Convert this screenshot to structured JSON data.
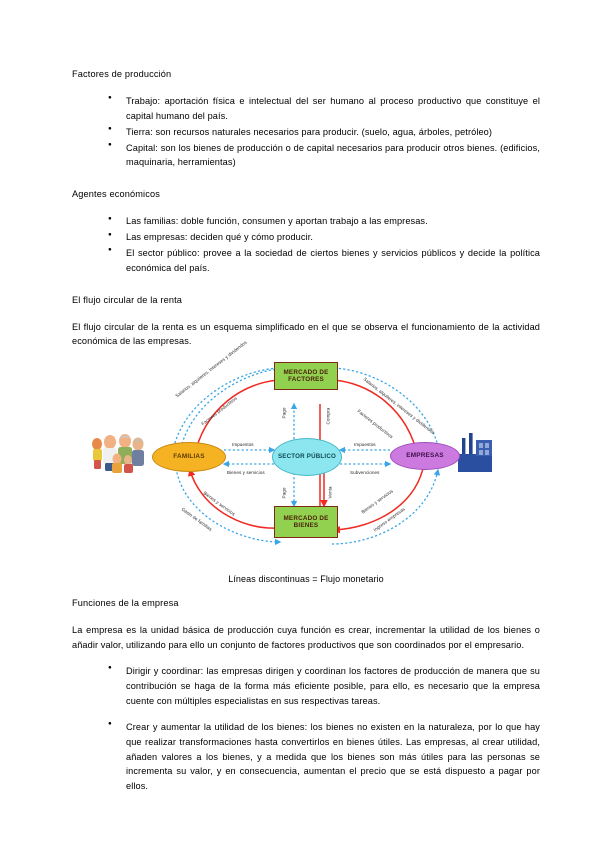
{
  "document": {
    "sections": [
      {
        "heading": "Factores de producción",
        "bullets": [
          "Trabajo: aportación física e intelectual del ser humano al proceso productivo que constituye el capital humano del país.",
          "Tierra: son recursos naturales necesarios para producir. (suelo, agua, árboles, petróleo)",
          "Capital: son los bienes de producción o de capital necesarios para producir otros bienes. (edificios, maquinaria, herramientas)"
        ]
      },
      {
        "heading": "Agentes económicos",
        "bullets": [
          "Las familias: doble función, consumen y aportan trabajo a las empresas.",
          "Las empresas: deciden qué y cómo producir.",
          "El sector público: provee a la sociedad de ciertos bienes y servicios públicos y decide la política económica del país."
        ]
      },
      {
        "heading": "El flujo circular de la renta",
        "paragraph": "El flujo circular de la renta es un esquema simplificado en el que se observa el funcionamiento de la actividad económica de las empresas."
      },
      {
        "heading": "Funciones de la empresa",
        "paragraph": "La empresa es la unidad básica de producción cuya función es crear, incrementar la utilidad de los bienes o añadir valor, utilizando para ello un conjunto de factores productivos que son coordinados por el empresario.",
        "bullets": [
          "Dirigir y coordinar: las empresas dirigen y coordinan los factores de producción de manera que su contribución se haga de la forma más eficiente posible, para ello, es necesario que la empresa cuente con múltiples especialistas en sus respectivas tareas.",
          "Crear y aumentar la utilidad de los bienes: los bienes no existen en la naturaleza, por lo que hay que realizar transformaciones hasta convertirlos en bienes útiles. Las empresas, al crear utilidad, añaden valores a los bienes, y a medida que los bienes son más útiles para las personas se incrementa su valor, y en consecuencia, aumentan el precio que se está dispuesto a pagar por ellos."
        ]
      }
    ]
  },
  "diagram": {
    "caption": "Líneas discontinuas = Flujo monetario",
    "nodes": {
      "mercado_factores": "MERCADO DE FACTORES",
      "mercado_bienes": "MERCADO DE BIENES",
      "familias": "FAMILIAS",
      "sector_publico": "SECTOR PÚBLICO",
      "empresas": "EMPRESAS"
    },
    "labels": {
      "salarios_izq": "Salarios, alquileres, intereses y dividendos",
      "factores_izq": "Factores productivos",
      "salarios_der": "Salarios, alquileres, intereses y dividendos",
      "factores_der": "Factores productivos",
      "pago_arriba": "Pago",
      "compra_arriba": "Compra",
      "impuestos_izq": "Impuestos",
      "bienes_publicos_izq": "Bienes y servicios",
      "impuestos_der": "Impuestos",
      "subvenciones_der": "Subvenciones",
      "pago_abajo": "Pago",
      "venta_abajo": "Venta",
      "bienes_izq": "Bienes y servicios",
      "gasto_izq": "Gasto de familias",
      "bienes_der": "Bienes y servicios",
      "ingresos_der": "Ingreso empresas"
    },
    "colors": {
      "green_box": "#92d14f",
      "box_border": "#7d2b12",
      "familias": "#f5b324",
      "sector": "#8ce6f0",
      "empresas": "#cc7ae0",
      "real_flow": "#ef2a22",
      "monetary_flow": "#3aa6e8",
      "factory": "#22438f"
    }
  }
}
